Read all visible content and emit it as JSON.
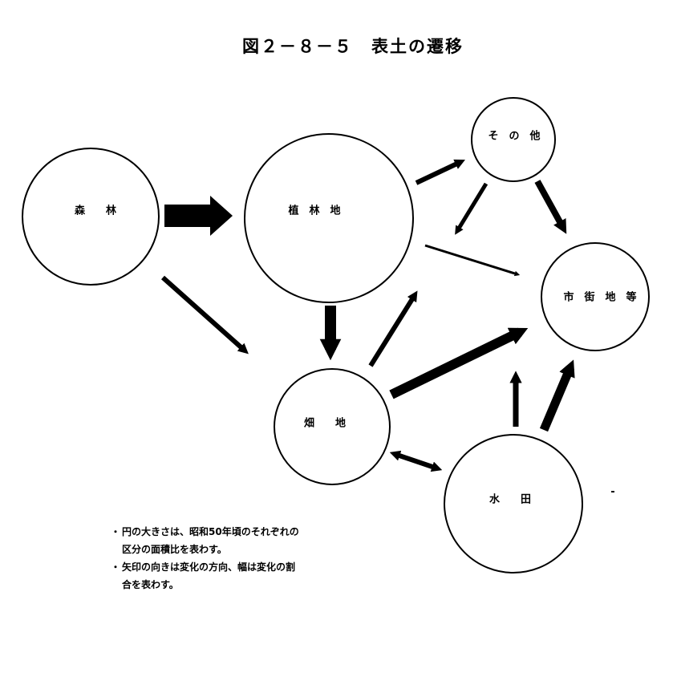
{
  "title": "図２－８－５　表土の遷移",
  "nodes": {
    "forest": "森　　林",
    "plantation": "植　林　地",
    "other": "そ　の　他",
    "urban": "市　街　地　等",
    "field": "畑　　地",
    "paddy": "水　　田"
  },
  "notes": [
    {
      "line1": "円の大きさは、昭和50年頃のそれぞれの",
      "line2": "区分の面積比を表わす。"
    },
    {
      "line1": "矢印の向きは変化の方向、幅は変化の割",
      "line2": "合を表わす。"
    }
  ],
  "colors": {
    "ink": "#000000",
    "background": "#ffffff"
  }
}
